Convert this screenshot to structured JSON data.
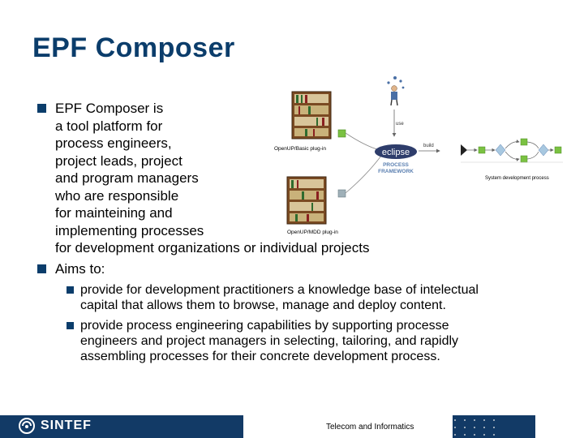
{
  "slide": {
    "title": "EPF Composer",
    "bullets": [
      {
        "lines": [
          "EPF Composer is",
          "a tool platform for",
          "process engineers,",
          "project leads, project",
          "and program managers",
          "who are responsible",
          "for mainteining and",
          "implementing processes",
          "for development organizations or individual projects"
        ]
      },
      {
        "lines": [
          "Aims to:"
        ],
        "sub": [
          {
            "lines": [
              "provide for development practitioners a knowledge base of intelectual",
              "capital that allows them to browse, manage and deploy content."
            ]
          },
          {
            "lines": [
              "provide process engineering capabilities by supporting processe",
              "engineers and project managers in selecting, tailoring, and rapidly",
              "assembling processes for their concrete development process."
            ]
          }
        ]
      }
    ]
  },
  "diagram": {
    "plugin_basic": "OpenUP/Basic plug-in",
    "plugin_mdd": "OpenUP/MDD plug-in",
    "use_label": "use",
    "build_label": "build",
    "eclipse_label": "eclipse",
    "process_label": "PROCESS",
    "framework_label": "FRAMEWORK",
    "system_label": "System development process"
  },
  "footer": {
    "logo_text": "SINTEF",
    "label": "Telecom and Informatics"
  },
  "colors": {
    "title": "#0b3d6b",
    "footer": "#123a66",
    "bullet": "#0b3d6b"
  }
}
